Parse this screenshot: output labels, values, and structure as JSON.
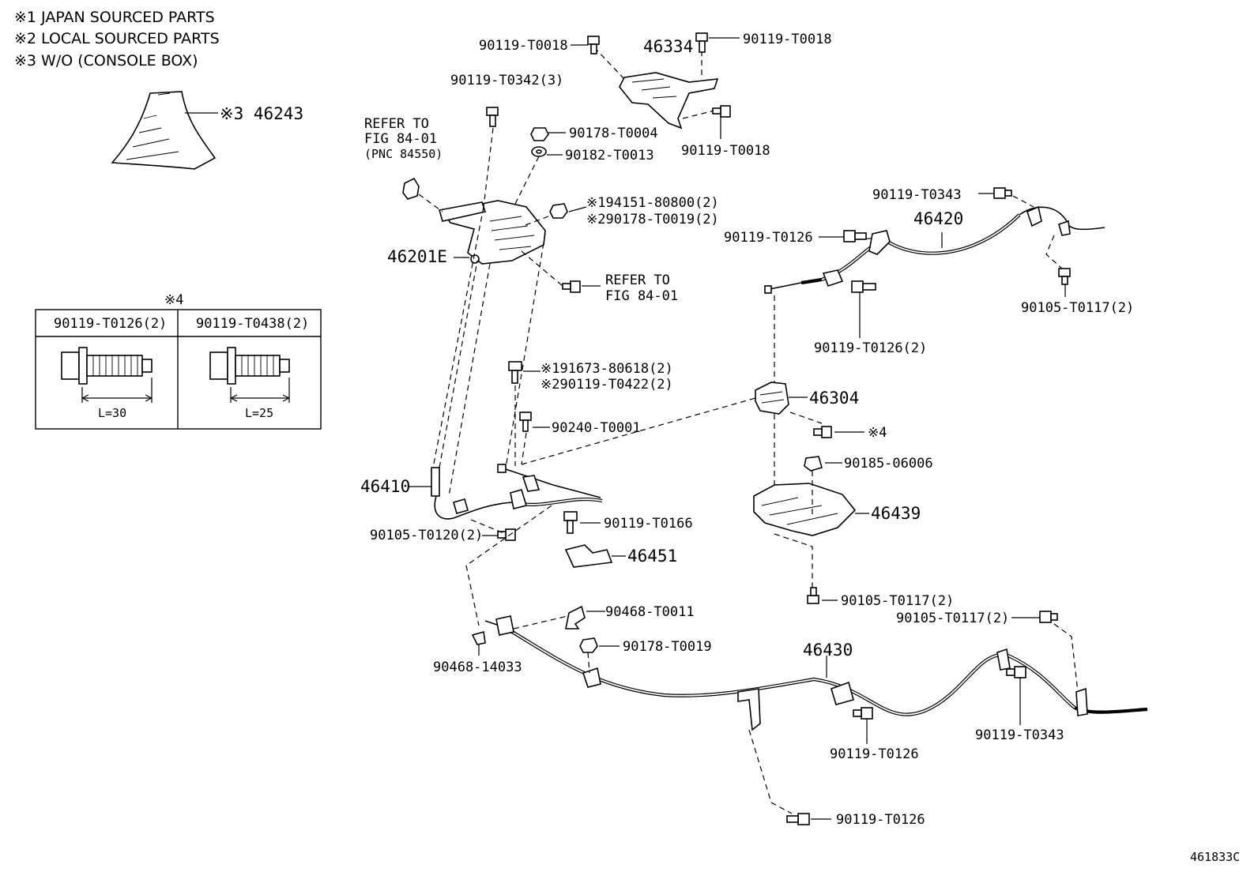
{
  "legend": [
    "※1  JAPAN SOURCED PARTS",
    "※2  LOCAL SOURCED PARTS",
    "※3 W/O (CONSOLE BOX)"
  ],
  "callouts": {
    "p46243": "※3 46243",
    "p46334": "46334",
    "t0018_a": "90119-T0018",
    "t0018_b": "90119-T0018",
    "t0018_c": "90119-T0018",
    "t0342": "90119-T0342(3)",
    "t0004": "90178-T0004",
    "t0013": "90182-T0013",
    "ref1_a": "REFER TO",
    "ref1_b": "FIG 84-01",
    "ref1_c": "(PNC 84550)",
    "p94151": "※194151-80800(2)",
    "p90178_t0019_2": "※290178-T0019(2)",
    "p46201e": "46201E",
    "ref2_a": "REFER TO",
    "ref2_b": "FIG 84-01",
    "t0343_a": "90119-T0343",
    "p46420": "46420",
    "t0126_a": "90119-T0126",
    "t0126_b": "90119-T0126(2)",
    "t0117_a": "90105-T0117(2)",
    "p91673": "※191673-80618(2)",
    "p90119_t0422": "※290119-T0422(2)",
    "p46304": "46304",
    "t0001": "90240-T0001",
    "star4": "※4",
    "p06006": "90185-06006",
    "p46439": "46439",
    "p46410": "46410",
    "t0120": "90105-T0120(2)",
    "t0166": "90119-T0166",
    "p46451": "46451",
    "t0117_b": "90105-T0117(2)",
    "t0117_c": "90105-T0117(2)",
    "t0011": "90468-T0011",
    "p14033": "90468-14033",
    "t0019": "90178-T0019",
    "p46430": "46430",
    "t0126_c": "90119-T0126",
    "t0343_b": "90119-T0343",
    "t0126_d": "90119-T0126"
  },
  "inset": {
    "title": "※4",
    "col1_header": "90119-T0126(2)",
    "col2_header": "90119-T0438(2)",
    "col1_length": "L=30",
    "col2_length": "L=25"
  },
  "figure_id": "461833C"
}
